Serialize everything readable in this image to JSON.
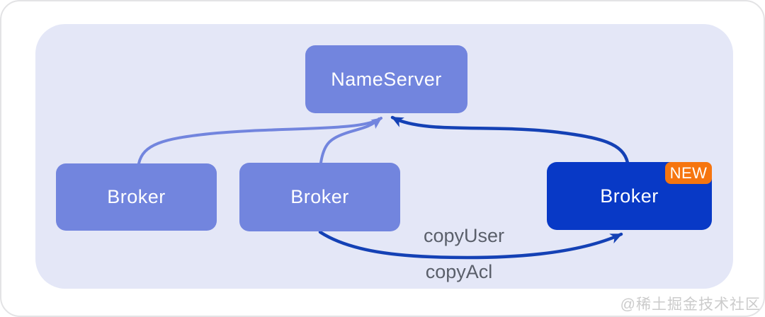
{
  "diagram": {
    "nodes": {
      "nameserver": {
        "label": "NameServer"
      },
      "broker_left": {
        "label": "Broker"
      },
      "broker_middle": {
        "label": "Broker"
      },
      "broker_new": {
        "label": "Broker",
        "badge": "NEW"
      }
    },
    "edge_labels": {
      "copy_user": "copyUser",
      "copy_acl": "copyAcl"
    },
    "colors": {
      "panel_bg": "#e4e7f7",
      "node_blue": "#7285de",
      "node_dark_blue": "#0839c6",
      "badge_orange": "#f6750f",
      "arrow_light": "#7285de",
      "arrow_dark": "#1441b5",
      "edge_label_text": "#5a5f6a",
      "watermark_text": "#cbcbcb"
    },
    "watermark": "@稀土掘金技术社区"
  }
}
